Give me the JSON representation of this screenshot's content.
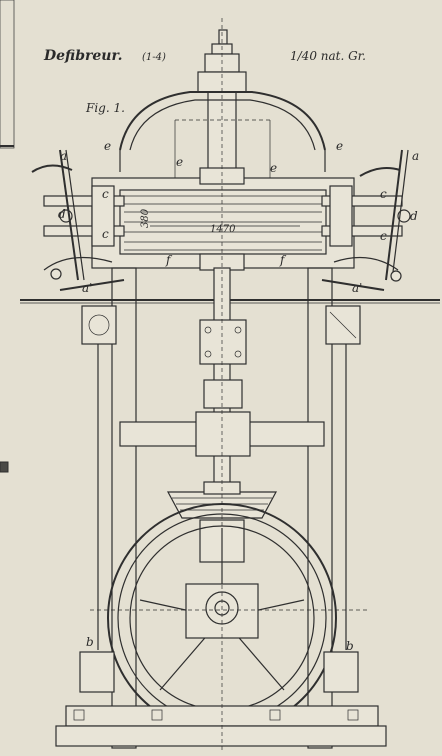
{
  "plate": {
    "title": "Defibreur.",
    "title_ref": "(1-4)",
    "scale": "1/40 nat. Gr.",
    "figure": "Fig. 1."
  },
  "dimensions": {
    "height": "380",
    "width": "1470"
  },
  "part_labels": {
    "a": "a",
    "a_prime": "a'",
    "b": "b",
    "c": "c",
    "d": "d",
    "e": "e",
    "f": "f"
  },
  "colors": {
    "paper": "#e4e0d2",
    "ink": "#2f2f2f"
  }
}
